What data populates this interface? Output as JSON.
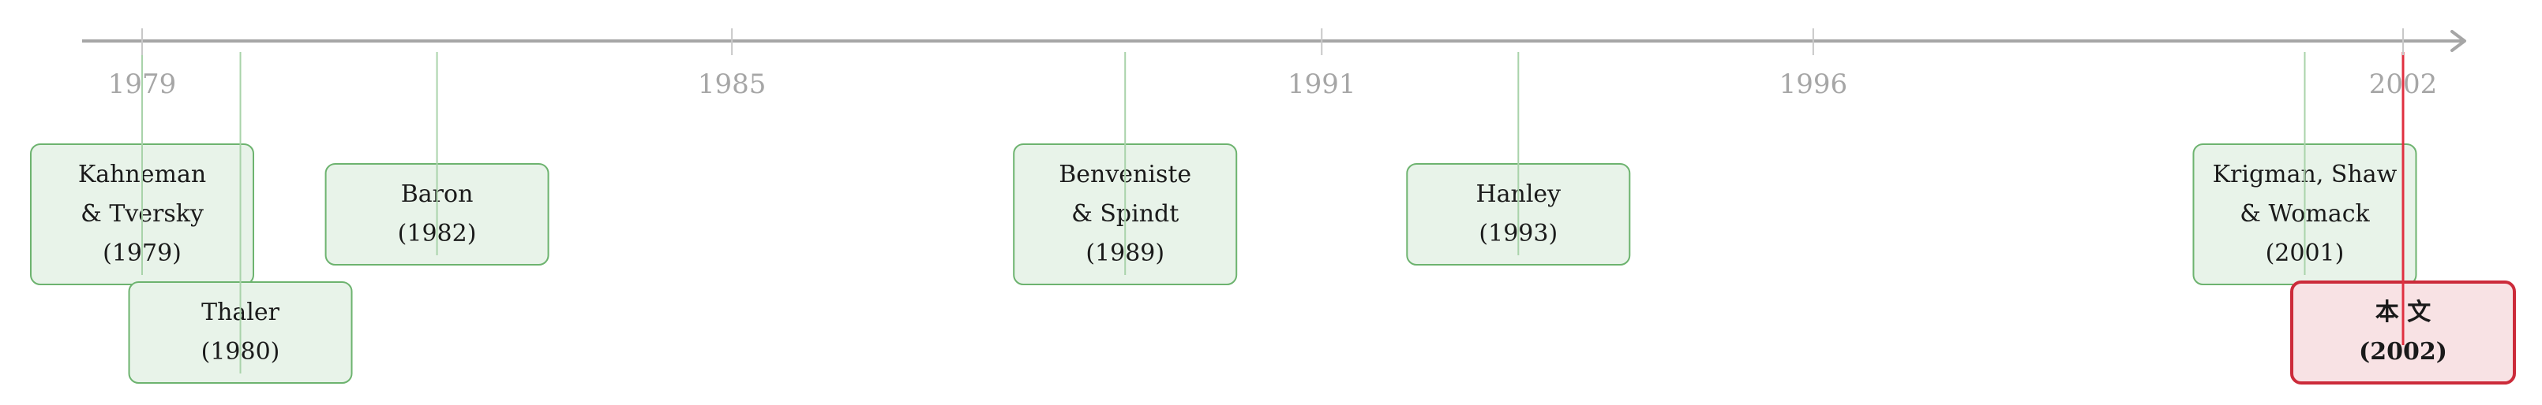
{
  "timeline": {
    "axis_color": "#a6a6a6",
    "tick_color": "#c8c8c8",
    "ticks": [
      {
        "label": "1979",
        "year": 1979
      },
      {
        "label": "1985",
        "year": 1985
      },
      {
        "label": "1991",
        "year": 1991
      },
      {
        "label": "1996",
        "year": 1996
      },
      {
        "label": "2002",
        "year": 2002
      }
    ]
  },
  "colors": {
    "box_fill": "#e8f3e9",
    "box_stroke": "#6db36f",
    "connector": "#a9d3aa",
    "highlight_fill": "#f8e2e4",
    "highlight_stroke": "#cc2b3a",
    "highlight_connector": "#e03040",
    "text": "#1a1a1a"
  },
  "events": [
    {
      "name": "event-kahneman-tversky",
      "year": 1979,
      "lines": [
        "Kahneman",
        "& Tversky",
        "(1979)"
      ],
      "row": "upper",
      "highlight": false
    },
    {
      "name": "event-thaler",
      "year": 1980,
      "lines": [
        "Thaler",
        "(1980)"
      ],
      "row": "lower",
      "highlight": false
    },
    {
      "name": "event-baron",
      "year": 1982,
      "lines": [
        "Baron",
        "(1982)"
      ],
      "row": "upper",
      "highlight": false
    },
    {
      "name": "event-benveniste-spindt",
      "year": 1989,
      "lines": [
        "Benveniste",
        "& Spindt",
        "(1989)"
      ],
      "row": "upper",
      "highlight": false
    },
    {
      "name": "event-hanley",
      "year": 1993,
      "lines": [
        "Hanley",
        "(1993)"
      ],
      "row": "upper",
      "highlight": false
    },
    {
      "name": "event-krigman-shaw-womack",
      "year": 2001,
      "lines": [
        "Krigman, Shaw",
        "& Womack",
        "(2001)"
      ],
      "row": "upper",
      "highlight": false
    },
    {
      "name": "event-this-paper",
      "year": 2002,
      "lines": [
        "本 文",
        "(2002)"
      ],
      "row": "lower",
      "highlight": true
    }
  ]
}
